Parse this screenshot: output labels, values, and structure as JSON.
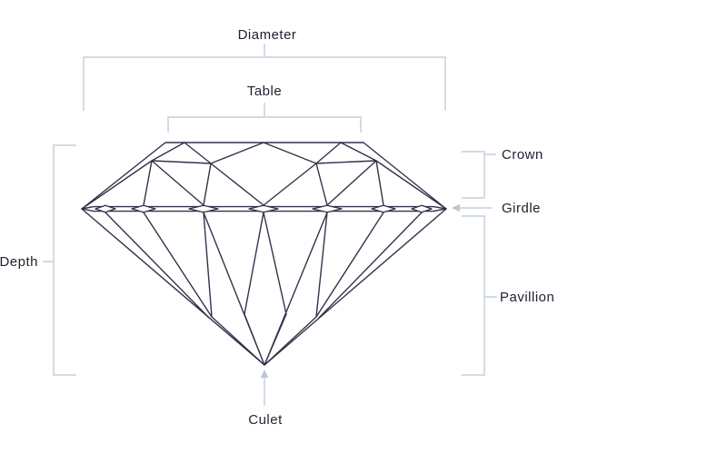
{
  "diagram": {
    "type": "diamond-anatomy-side-view",
    "labels": {
      "diameter": "Diameter",
      "table": "Table",
      "depth": "Depth",
      "crown": "Crown",
      "girdle": "Girdle",
      "pavillion": "Pavillion",
      "culet": "Culet"
    },
    "colors": {
      "diamond_line": "#31334a",
      "bracket_line": "#ccd6e1",
      "arrow": "#b9c6d3",
      "text": "#1e2130",
      "background": "#ffffff"
    }
  }
}
